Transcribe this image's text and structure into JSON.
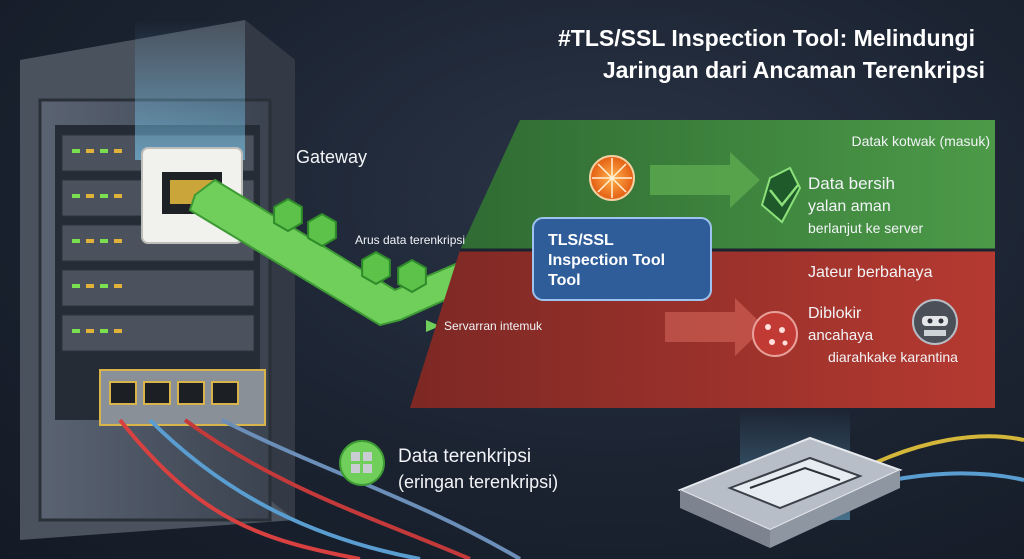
{
  "title": {
    "line1": "#TLS/SSL Inspection Tool: Melindungi",
    "line2": "Jaringan dari Ancaman Terenkripsi"
  },
  "labels": {
    "gateway": "Gateway",
    "encrypted_flow": "Arus data terenkripsi",
    "server_return": "Servarran intemuk",
    "tool_line1": "TLS/SSL",
    "tool_line2": "Inspection Tool",
    "tool_line3": "Tool",
    "encrypted_data_line1": "Data terenkripsi",
    "encrypted_data_line2": "(eringan terenkripsi)"
  },
  "safe_panel": {
    "header": "Datak kotwak (masuk)",
    "line1": "Data bersih",
    "line2": "yalan aman",
    "line3": "berlanjut ke server"
  },
  "threat_panel": {
    "header": "Jateur berbahaya",
    "line1": "Diblokir",
    "line2": "ancahaya",
    "line3": "diarahkake karantina"
  },
  "colors": {
    "safe_panel": "#3d8a3e",
    "threat_panel": "#a8342d",
    "flow_arrow": "#6fcf5a",
    "tool_box": "#2f5d9a"
  },
  "icons": [
    "server-rack-icon",
    "gateway-port-icon",
    "encrypted-packet-icon",
    "sun-threat-icon",
    "open-box-icon",
    "virus-icon",
    "skull-virus-icon",
    "chip-icon"
  ]
}
